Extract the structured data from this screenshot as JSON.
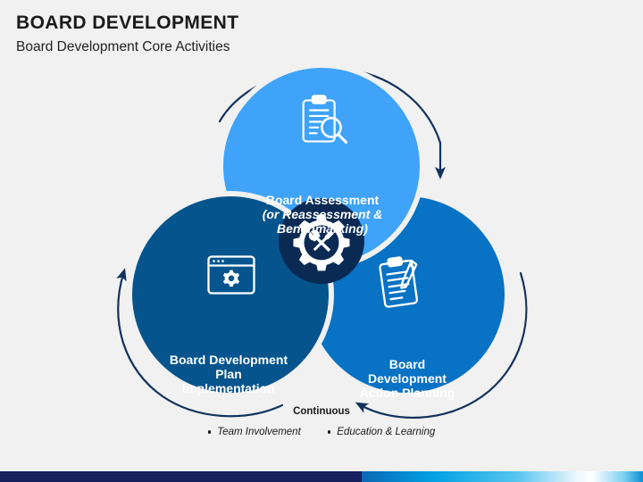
{
  "header": {
    "title": "BOARD DEVELOPMENT",
    "subtitle": "Board Development Core Activities"
  },
  "diagram": {
    "type": "three-circle-cycle",
    "center_icon": "gear-with-wrench-and-screwdriver-icon",
    "center_color": "#0a2a54",
    "circles": [
      {
        "id": "assessment",
        "position": "top",
        "color": "#3fa3fa",
        "icon": "clipboard-magnifier-icon",
        "label_main": "Board Assessment",
        "label_sub_line1": "(or Reassessment &",
        "label_sub_line2": "Benchmarking)"
      },
      {
        "id": "plan-implementation",
        "position": "left",
        "color": "#05548d",
        "icon": "browser-window-gear-icon",
        "label_line1": "Board Development",
        "label_line2": "Plan",
        "label_line3": "Implementation"
      },
      {
        "id": "action-planning",
        "position": "right",
        "color": "#0872c4",
        "icon": "clipboard-pencil-icon",
        "label_line1": "Board",
        "label_line2": "Development",
        "label_line3": "Action Planning"
      }
    ],
    "arrow_color": "#13325c",
    "arrow_flow": "top -> right -> left -> top"
  },
  "footer": {
    "continuous_label": "Continuous",
    "bullets": [
      {
        "text": "Team Involvement"
      },
      {
        "text": "Education & Learning"
      }
    ]
  },
  "accent_bar": {
    "navy": "#14215c",
    "gradient_start": "#0b67b4",
    "gradient_mid": "#56c4ee",
    "gradient_end": "#0e8ed2"
  }
}
